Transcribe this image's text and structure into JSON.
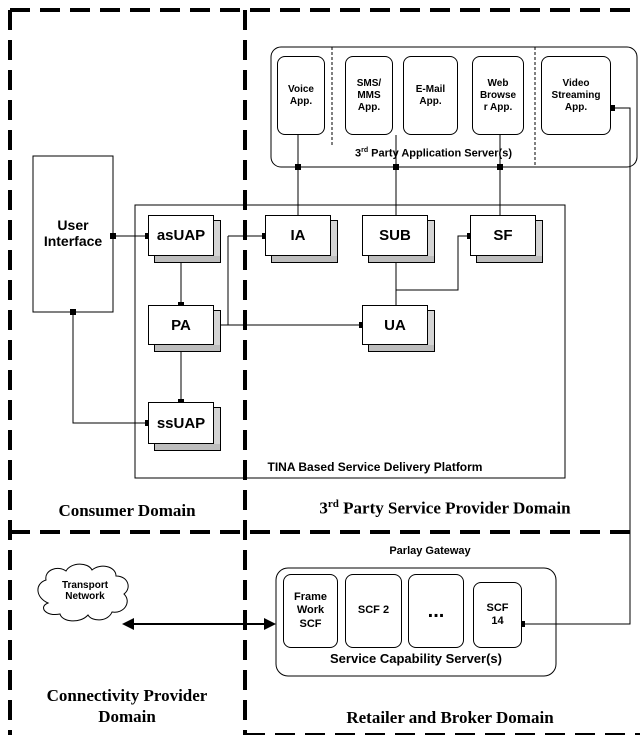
{
  "apps": {
    "voice": "Voice App.",
    "sms": "SMS/ MMS App.",
    "email": "E-Mail App.",
    "web": "Web Browse r App.",
    "video": "Video Streaming App."
  },
  "app_server_label_pre": "3",
  "app_server_label_sup": "rd",
  "app_server_label_post": " Party Application Server(s)",
  "user_interface": "User Interface",
  "components": {
    "asuap": "asUAP",
    "ia": "IA",
    "sub": "SUB",
    "sf": "SF",
    "pa": "PA",
    "ua": "UA",
    "ssuap": "ssUAP"
  },
  "platform_label": "TINA Based Service Delivery Platform",
  "domains": {
    "consumer": "Consumer Domain",
    "third_party_pre": "3",
    "third_party_sup": "rd",
    "third_party_post": " Party Service Provider Domain",
    "connectivity": "Connectivity Provider Domain",
    "retailer": "Retailer and Broker Domain"
  },
  "parlay_gateway": "Parlay Gateway",
  "transport_network": "Transport Network",
  "scf": {
    "framework": "Frame Work SCF",
    "scf2": "SCF 2",
    "dots": "...",
    "scf14": "SCF 14"
  },
  "scs_label": "Service Capability Server(s)"
}
